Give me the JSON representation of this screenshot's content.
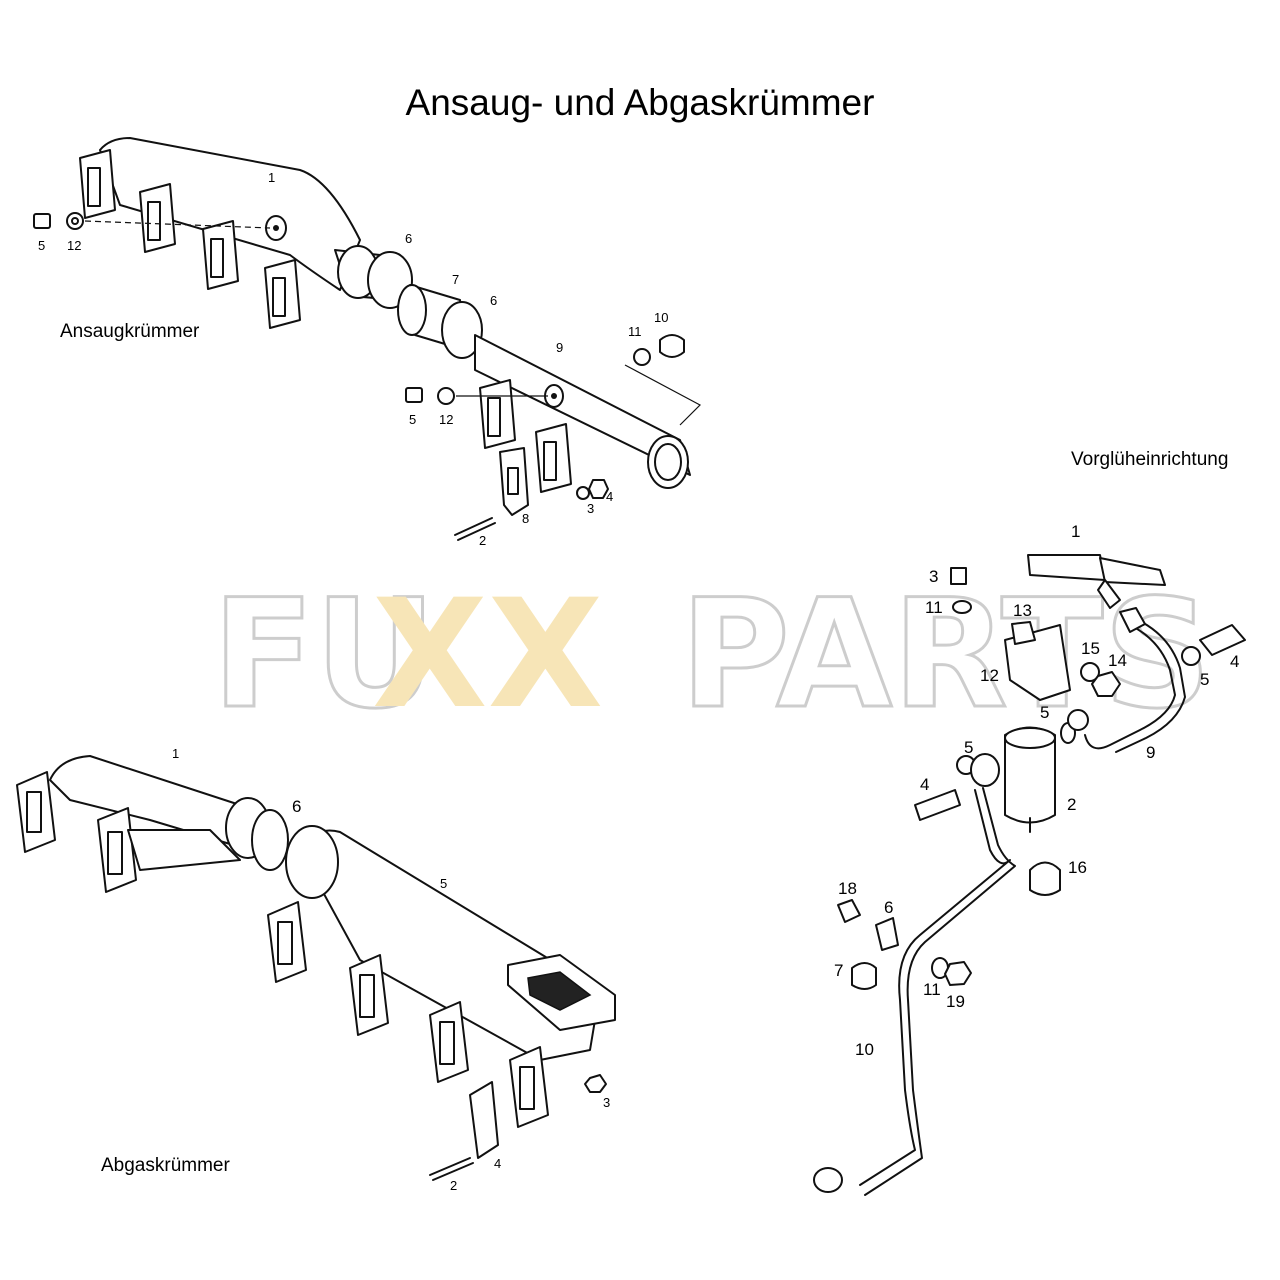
{
  "title": "Ansaug- und Abgaskrümmer",
  "sections": {
    "intake": "Ansaugkrümmer",
    "exhaust": "Abgaskrümmer",
    "glow": "Vorglüheinrichtung"
  },
  "watermark": {
    "text": "FUXXPARTS",
    "part1": "FU",
    "part2": "XX",
    "part3": "PARTS",
    "colors": {
      "outline": "#c8c8c8",
      "accent": "#f7e3b0"
    }
  },
  "callouts": {
    "intake": {
      "c1": "1",
      "c5a": "5",
      "c12a": "12",
      "c6a": "6",
      "c7": "7",
      "c6b": "6",
      "c11": "11",
      "c10": "10",
      "c9": "9",
      "c5b": "5",
      "c12b": "12",
      "c3": "3",
      "c4": "4",
      "c8": "8",
      "c2": "2"
    },
    "exhaust": {
      "c1": "1",
      "c6": "6",
      "c5": "5",
      "c3": "3",
      "c4": "4",
      "c2": "2"
    },
    "glow": {
      "c1": "1",
      "c3": "3",
      "c11a": "11",
      "c13": "13",
      "c15": "15",
      "c14": "14",
      "c5a": "5",
      "c4a": "4",
      "c12": "12",
      "c5b": "5",
      "c9": "9",
      "c5c": "5",
      "c4b": "4",
      "c2": "2",
      "c16": "16",
      "c18": "18",
      "c6": "6",
      "c7": "7",
      "c11b": "11",
      "c19": "19",
      "c10": "10"
    }
  }
}
